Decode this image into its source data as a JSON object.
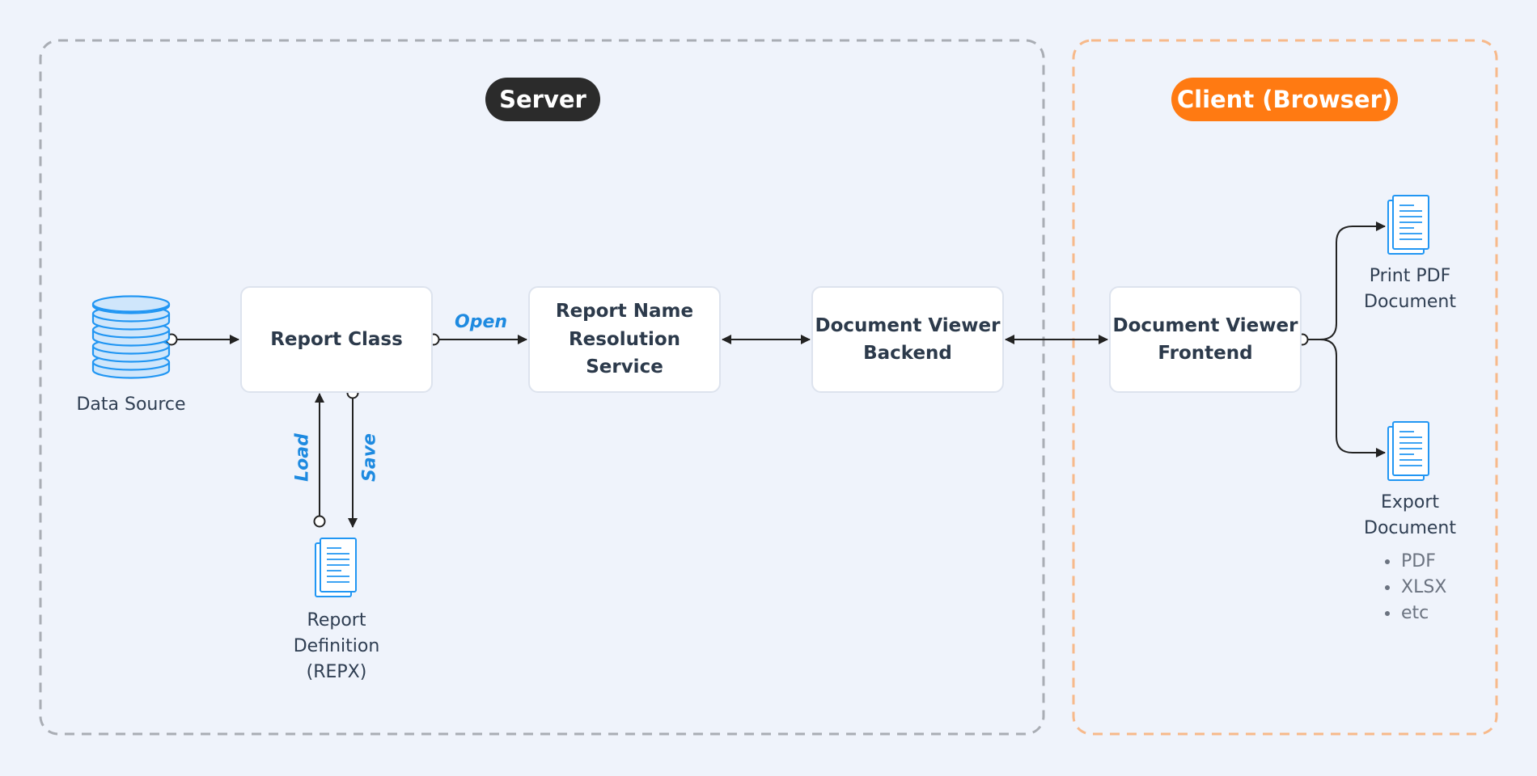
{
  "colors": {
    "background": "#eff3fb",
    "server_border": "#a9adb4",
    "client_border": "#f7b98a",
    "server_pill": "#2b2b2b",
    "client_pill": "#ff7a12",
    "node_text": "#2c3a4b",
    "caption_text": "#2f3e52",
    "flow_label": "#1e8ae0",
    "icon_blue": "#2196f3",
    "icon_fill": "#cfe6fb",
    "arrow": "#222222",
    "bullet_text": "#6b7380"
  },
  "groups": {
    "server": {
      "label": "Server"
    },
    "client": {
      "label": "Client (Browser)"
    }
  },
  "nodes": {
    "report_class": {
      "lines": [
        "Report Class"
      ]
    },
    "name_service": {
      "lines": [
        "Report Name",
        "Resolution Service"
      ]
    },
    "viewer_backend": {
      "lines": [
        "Document Viewer",
        "Backend"
      ]
    },
    "viewer_frontend": {
      "lines": [
        "Document Viewer",
        "Frontend"
      ]
    }
  },
  "captions": {
    "data_source": {
      "lines": [
        "Data Source"
      ],
      "icon": "database-icon"
    },
    "report_definition": {
      "lines": [
        "Report",
        "Definition",
        "(REPX)"
      ],
      "icon": "document-icon"
    },
    "print_pdf": {
      "lines": [
        "Print PDF",
        "Document"
      ],
      "icon": "document-icon"
    },
    "export_document": {
      "lines": [
        "Export",
        "Document"
      ],
      "icon": "document-icon"
    }
  },
  "flow_labels": {
    "open": "Open",
    "load": "Load",
    "save": "Save"
  },
  "export_formats": [
    "PDF",
    "XLSX",
    "etc"
  ]
}
